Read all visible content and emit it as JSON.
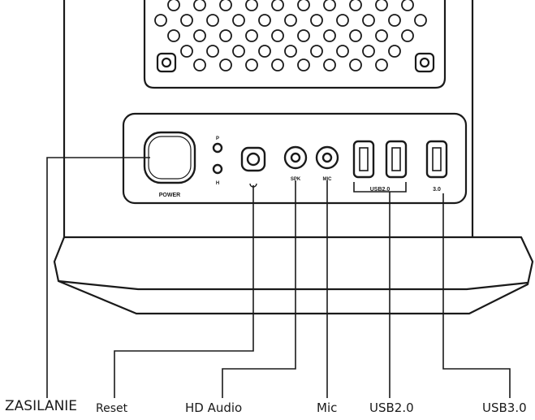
{
  "colors": {
    "stroke": "#1a1a1a",
    "background": "#ffffff",
    "label": "#1a1a1a"
  },
  "panel": {
    "power_text": "POWER",
    "led_p": "P",
    "led_h": "H",
    "spk_text": "SPK",
    "mic_text": "MIC",
    "usb2_group_text": "USB2.0",
    "usb3_text": "3.0"
  },
  "labels": {
    "power": "ZASILANIE",
    "reset": "Reset",
    "hd_audio": "HD Audio",
    "mic": "Mic",
    "usb2": "USB2.0",
    "usb3": "USB3.0"
  }
}
